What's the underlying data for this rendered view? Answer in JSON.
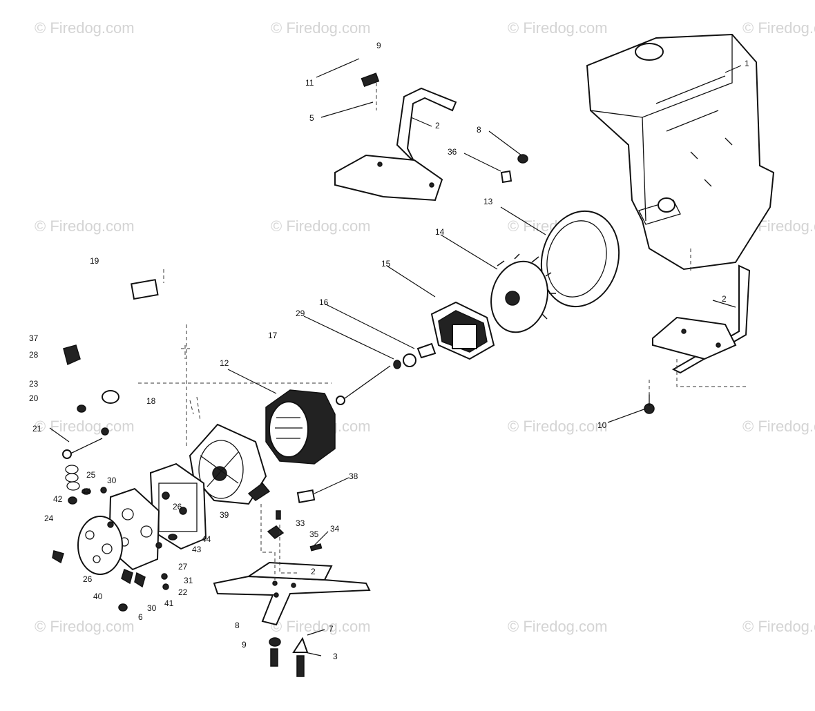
{
  "watermark": "© Firedog.com",
  "callouts": [
    "1",
    "2",
    "2",
    "2",
    "3",
    "5",
    "6",
    "7",
    "8",
    "8",
    "9",
    "9",
    "10",
    "11",
    "12",
    "13",
    "14",
    "15",
    "16",
    "17",
    "18",
    "19",
    "20",
    "21",
    "22",
    "23",
    "24",
    "25",
    "26",
    "26",
    "27",
    "28",
    "29",
    "30",
    "30",
    "31",
    "33",
    "34",
    "35",
    "36",
    "37",
    "38",
    "39",
    "40",
    "41",
    "42",
    "43",
    "44",
    "44"
  ]
}
